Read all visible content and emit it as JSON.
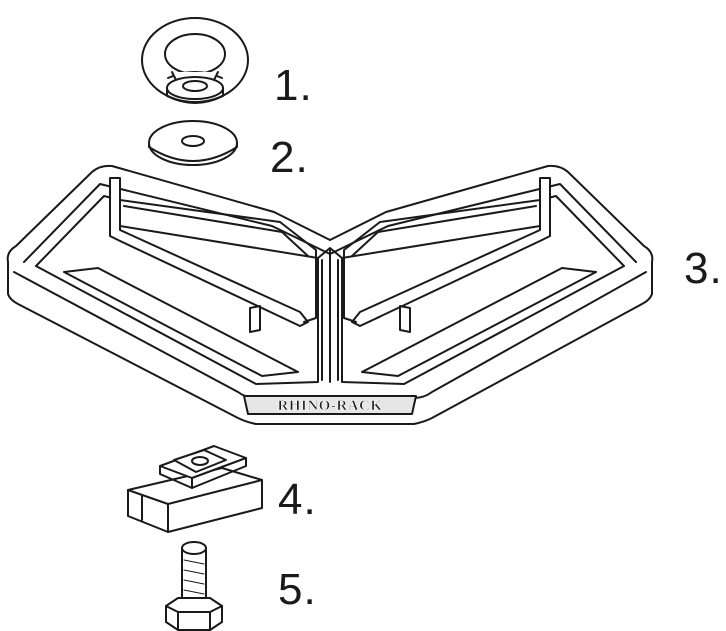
{
  "parts": [
    {
      "id": "1",
      "label": "1.",
      "icon": "wing-nut-icon"
    },
    {
      "id": "2",
      "label": "2.",
      "icon": "washer-icon"
    },
    {
      "id": "3",
      "label": "3.",
      "icon": "v-tray-icon"
    },
    {
      "id": "4",
      "label": "4.",
      "icon": "channel-nut-icon"
    },
    {
      "id": "5",
      "label": "5.",
      "icon": "bolt-icon"
    }
  ],
  "tray_logo": "RHINO-RACK",
  "colors": {
    "line": "#1a1a1a",
    "fill": "#ffffff",
    "shade": "#e6e6e6"
  }
}
